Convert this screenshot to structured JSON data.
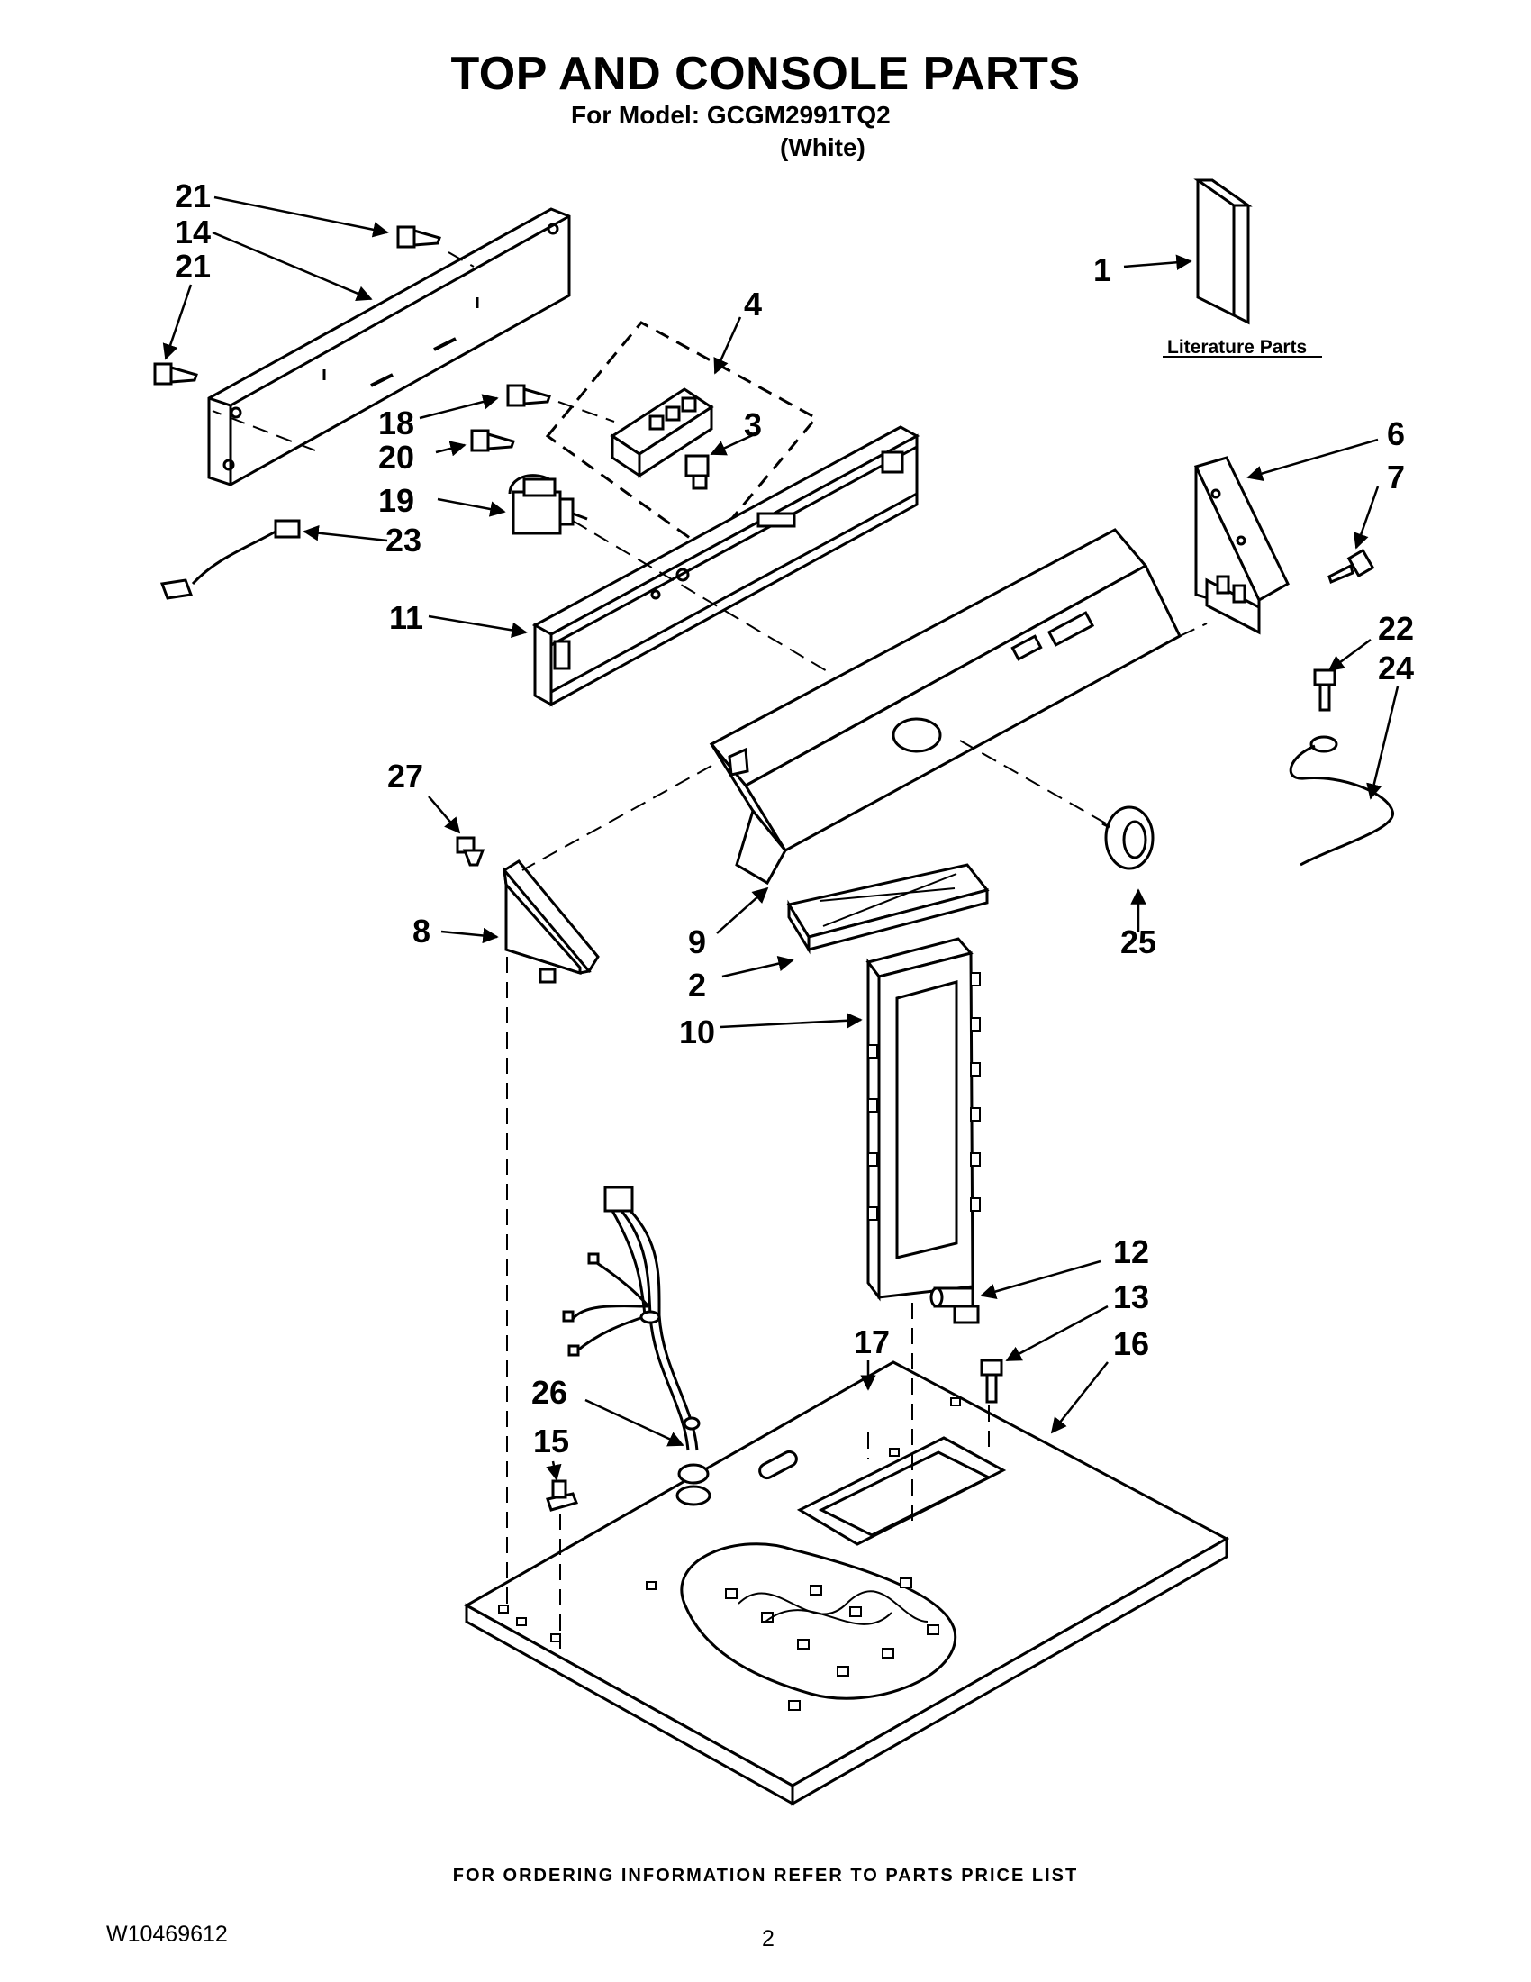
{
  "header": {
    "title": "TOP AND CONSOLE PARTS",
    "model_line": "For Model: GCGM2991TQ2",
    "color_line": "(White)"
  },
  "literature": {
    "label": "Literature Parts"
  },
  "callouts": {
    "c1": "1",
    "c2": "2",
    "c3": "3",
    "c4": "4",
    "c6": "6",
    "c7": "7",
    "c8": "8",
    "c9": "9",
    "c10": "10",
    "c11": "11",
    "c12": "12",
    "c13": "13",
    "c14": "14",
    "c15": "15",
    "c16": "16",
    "c17": "17",
    "c18": "18",
    "c19": "19",
    "c20": "20",
    "c21a": "21",
    "c21b": "21",
    "c22": "22",
    "c23": "23",
    "c24": "24",
    "c25": "25",
    "c26": "26",
    "c27": "27"
  },
  "footer": {
    "ordering": "FOR ORDERING INFORMATION REFER TO PARTS PRICE LIST",
    "doc_number": "W10469612",
    "page_number": "2"
  }
}
